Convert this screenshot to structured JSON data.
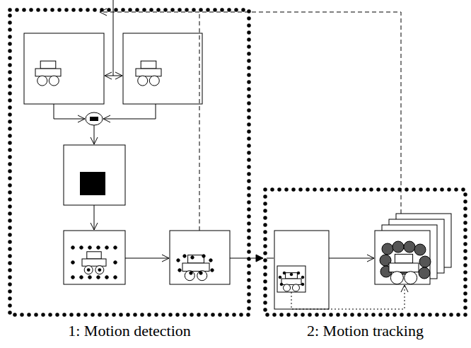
{
  "diagram": {
    "nodes": [
      {
        "text": [
          "1: Motion detection"
        ]
      },
      {
        "text": [
          "2: Motion tracking"
        ]
      }
    ],
    "edges": [
      {
        "from": 0,
        "to": 1,
        "arrow": "to"
      }
    ]
  }
}
